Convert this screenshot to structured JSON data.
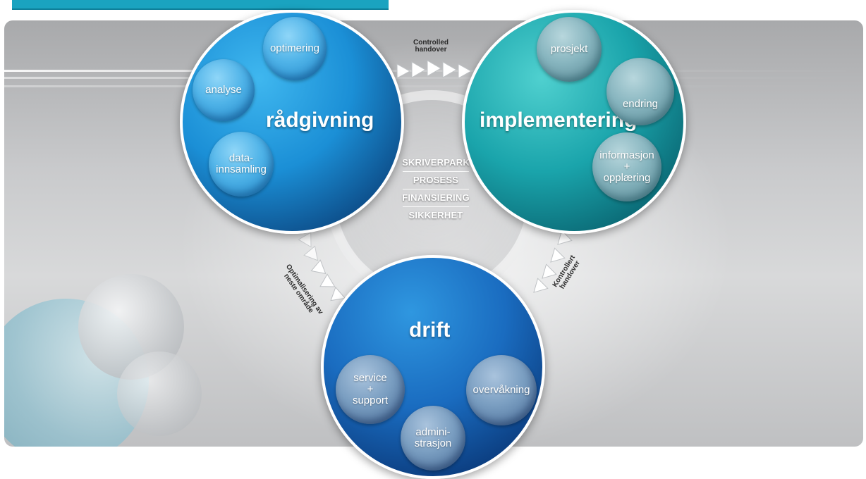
{
  "colors": {
    "top_bar": "#1aa3c0",
    "radgivning": "#1b8fd6",
    "implementering": "#1aa4ab",
    "drift": "#1a6cc0",
    "panel": "#c9cacc"
  },
  "circles": {
    "radgivning": {
      "title": "rådgivning",
      "bubbles": [
        "optimering",
        "analyse",
        "data-",
        "innsamling"
      ]
    },
    "implementering": {
      "title": "implementering",
      "bubbles": [
        "prosjekt",
        "endring",
        "informasjon",
        "+",
        "opplæring"
      ]
    },
    "drift": {
      "title": "drift",
      "bubbles": [
        "service",
        "+",
        "support",
        "overvåkning",
        "admini-",
        "strasjon"
      ]
    }
  },
  "center_pillars": [
    "SKRIVERPARK",
    "PROSESS",
    "FINANSIERING",
    "SIKKERHET"
  ],
  "arrows": {
    "top": {
      "line1": "Controlled",
      "line2": "handover"
    },
    "right": {
      "line1": "Kontrollert",
      "line2": "handover"
    },
    "left": {
      "line1": "Optimalisering av",
      "line2": "neste område"
    }
  }
}
